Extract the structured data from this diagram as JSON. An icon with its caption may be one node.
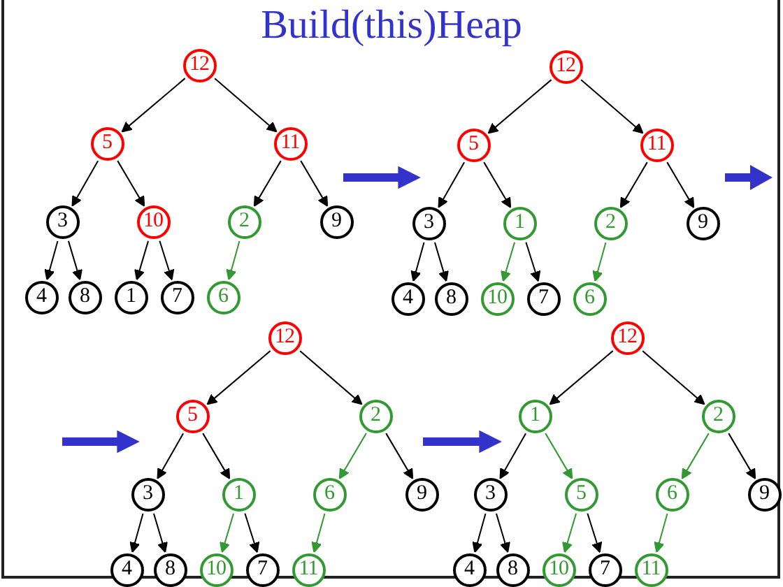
{
  "diagram": {
    "title": "Build(this)Heap",
    "nodes": [
      {
        "text": [],
        "shape": "picture"
      },
      {
        "text": [
          "12"
        ],
        "in": 0
      },
      {
        "text": [
          "5"
        ],
        "in": 0
      },
      {
        "text": [
          "11"
        ],
        "in": 0
      },
      {
        "text": [
          "3"
        ],
        "in": 0
      },
      {
        "text": [
          "10"
        ],
        "in": 0
      },
      {
        "text": [
          "2"
        ],
        "in": 0
      },
      {
        "text": [
          "9"
        ],
        "in": 0
      },
      {
        "text": [
          "4"
        ],
        "in": 0
      },
      {
        "text": [
          "8"
        ],
        "in": 0
      },
      {
        "text": [
          "1"
        ],
        "in": 0
      },
      {
        "text": [
          "7"
        ],
        "in": 0
      },
      {
        "text": [
          "6"
        ],
        "in": 0
      },
      {
        "text": [],
        "shape": "picture"
      },
      {
        "text": [
          "12"
        ],
        "in": 13
      },
      {
        "text": [
          "5"
        ],
        "in": 13
      },
      {
        "text": [
          "11"
        ],
        "in": 13
      },
      {
        "text": [
          "3"
        ],
        "in": 13
      },
      {
        "text": [
          "1"
        ],
        "in": 13
      },
      {
        "text": [
          "2"
        ],
        "in": 13
      },
      {
        "text": [
          "9"
        ],
        "in": 13
      },
      {
        "text": [
          "4"
        ],
        "in": 13
      },
      {
        "text": [
          "8"
        ],
        "in": 13
      },
      {
        "text": [
          "10"
        ],
        "in": 13
      },
      {
        "text": [
          "7"
        ],
        "in": 13
      },
      {
        "text": [
          "6"
        ],
        "in": 13
      },
      {
        "text": [],
        "shape": "picture"
      },
      {
        "text": [
          "12"
        ],
        "in": 26
      },
      {
        "text": [
          "5"
        ],
        "in": 26
      },
      {
        "text": [
          "2"
        ],
        "in": 26
      },
      {
        "text": [
          "3"
        ],
        "in": 26
      },
      {
        "text": [
          "1"
        ],
        "in": 26
      },
      {
        "text": [
          "6"
        ],
        "in": 26
      },
      {
        "text": [
          "9"
        ],
        "in": 26
      },
      {
        "text": [
          "4"
        ],
        "in": 26
      },
      {
        "text": [
          "8"
        ],
        "in": 26
      },
      {
        "text": [
          "10"
        ],
        "in": 26
      },
      {
        "text": [
          "7"
        ],
        "in": 26
      },
      {
        "text": [
          "11"
        ],
        "in": 26
      },
      {
        "text": [],
        "shape": "picture"
      },
      {
        "text": [
          "12"
        ],
        "in": 39
      },
      {
        "text": [
          "1"
        ],
        "in": 39
      },
      {
        "text": [
          "2"
        ],
        "in": 39
      },
      {
        "text": [
          "3"
        ],
        "in": 39
      },
      {
        "text": [
          "5"
        ],
        "in": 39
      },
      {
        "text": [
          "6"
        ],
        "in": 39
      },
      {
        "text": [
          "9"
        ],
        "in": 39
      },
      {
        "text": [
          "4"
        ],
        "in": 39
      },
      {
        "text": [
          "8"
        ],
        "in": 39
      },
      {
        "text": [
          "10"
        ],
        "in": 39
      },
      {
        "text": [
          "7"
        ],
        "in": 39
      },
      {
        "text": [
          "11"
        ],
        "in": 39
      }
    ],
    "edges": [
      {
        "from": 1,
        "to": 2,
        "arrow": "to"
      },
      {
        "from": 1,
        "to": 3,
        "arrow": "to"
      },
      {
        "from": 2,
        "to": 4,
        "arrow": "to"
      },
      {
        "from": 2,
        "to": 5,
        "arrow": "to"
      },
      {
        "from": 3,
        "to": 6,
        "arrow": "to"
      },
      {
        "from": 3,
        "to": 7,
        "arrow": "to"
      },
      {
        "from": 4,
        "to": 8,
        "arrow": "to"
      },
      {
        "from": 4,
        "to": 9,
        "arrow": "to"
      },
      {
        "from": 5,
        "to": 10,
        "arrow": "to"
      },
      {
        "from": 5,
        "to": 11,
        "arrow": "to"
      },
      {
        "from": 6,
        "to": 12,
        "arrow": "to",
        "color": "#339933"
      },
      {
        "from": 14,
        "to": 15,
        "arrow": "to"
      },
      {
        "from": 14,
        "to": 16,
        "arrow": "to"
      },
      {
        "from": 15,
        "to": 17,
        "arrow": "to"
      },
      {
        "from": 15,
        "to": 18,
        "arrow": "to"
      },
      {
        "from": 16,
        "to": 19,
        "arrow": "to"
      },
      {
        "from": 16,
        "to": 20,
        "arrow": "to"
      },
      {
        "from": 17,
        "to": 21,
        "arrow": "to"
      },
      {
        "from": 17,
        "to": 22,
        "arrow": "to"
      },
      {
        "from": 18,
        "to": 23,
        "arrow": "to",
        "color": "#339933"
      },
      {
        "from": 18,
        "to": 24,
        "arrow": "to"
      },
      {
        "from": 19,
        "to": 25,
        "arrow": "to",
        "color": "#339933"
      },
      {
        "from": 27,
        "to": 28,
        "arrow": "to"
      },
      {
        "from": 27,
        "to": 29,
        "arrow": "to"
      },
      {
        "from": 28,
        "to": 30,
        "arrow": "to"
      },
      {
        "from": 28,
        "to": 31,
        "arrow": "to"
      },
      {
        "from": 29,
        "to": 32,
        "arrow": "to",
        "color": "#339933"
      },
      {
        "from": 29,
        "to": 33,
        "arrow": "to"
      },
      {
        "from": 30,
        "to": 34,
        "arrow": "to"
      },
      {
        "from": 30,
        "to": 35,
        "arrow": "to"
      },
      {
        "from": 31,
        "to": 36,
        "arrow": "to",
        "color": "#339933"
      },
      {
        "from": 31,
        "to": 37,
        "arrow": "to"
      },
      {
        "from": 32,
        "to": 38,
        "arrow": "to",
        "color": "#339933"
      },
      {
        "from": 40,
        "to": 41,
        "arrow": "to"
      },
      {
        "from": 40,
        "to": 42,
        "arrow": "to"
      },
      {
        "from": 41,
        "to": 43,
        "arrow": "to"
      },
      {
        "from": 41,
        "to": 44,
        "arrow": "to",
        "color": "#339933"
      },
      {
        "from": 42,
        "to": 45,
        "arrow": "to",
        "color": "#339933"
      },
      {
        "from": 42,
        "to": 46,
        "arrow": "to"
      },
      {
        "from": 43,
        "to": 47,
        "arrow": "to"
      },
      {
        "from": 43,
        "to": 48,
        "arrow": "to"
      },
      {
        "from": 44,
        "to": 49,
        "arrow": "to",
        "color": "#339933"
      },
      {
        "from": 44,
        "to": 50,
        "arrow": "to"
      },
      {
        "from": 45,
        "to": 51,
        "arrow": "to",
        "color": "#339933"
      },
      {
        "from": 0,
        "to": 13,
        "arrow": "to",
        "style": "thick",
        "color": "#3333cc"
      },
      {
        "from": 13,
        "to": null,
        "arrow": "to",
        "style": "thick",
        "color": "#3333cc"
      },
      {
        "from": null,
        "to": 26,
        "arrow": "to",
        "style": "thick",
        "color": "#3333cc"
      },
      {
        "from": 26,
        "to": 39,
        "arrow": "to",
        "style": "thick",
        "color": "#3333cc"
      }
    ]
  }
}
